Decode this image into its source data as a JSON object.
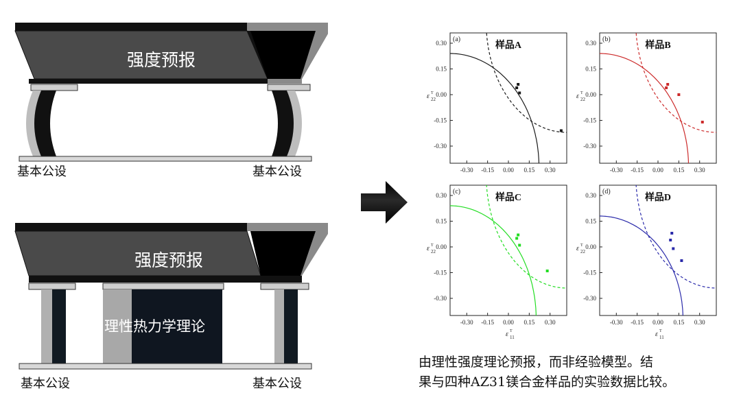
{
  "bridge_top": {
    "title": "强度预报",
    "left_label": "基本公设",
    "right_label": "基本公设"
  },
  "bridge_bottom": {
    "title": "强度预报",
    "pillar_label": "理性热力学理论",
    "left_label": "基本公设",
    "right_label": "基本公设"
  },
  "caption": {
    "line1": "由理性强度理论预报，而非经验模型。结",
    "line2": "果与四种AZ31镁合金样品的实验数据比较。"
  },
  "chart_data": [
    {
      "type": "scatter",
      "panel_tag": "(a)",
      "title": "样品A",
      "color": "#1a1a1a",
      "xlabel": "ε11T",
      "ylabel": "ε22T",
      "xlim": [
        -0.42,
        0.42
      ],
      "ylim": [
        -0.4,
        0.36
      ],
      "xticks": [
        "-0.30",
        "-0.15",
        "0.00",
        "0.15",
        "0.30"
      ],
      "yticks": [
        "0.30",
        "0.15",
        "0.00",
        "-0.15",
        "-0.30"
      ],
      "points": [
        [
          0.07,
          0.06
        ],
        [
          0.06,
          0.04
        ],
        [
          0.08,
          0.01
        ],
        [
          0.38,
          -0.21
        ]
      ]
    },
    {
      "type": "scatter",
      "panel_tag": "(b)",
      "title": "样品B",
      "color": "#cc2a2a",
      "xlabel": "ε11T",
      "ylabel": "ε22T",
      "xlim": [
        -0.42,
        0.42
      ],
      "ylim": [
        -0.4,
        0.36
      ],
      "xticks": [
        "-0.30",
        "-0.15",
        "0.00",
        "0.15",
        "0.30"
      ],
      "yticks": [
        "0.30",
        "0.15",
        "0.00",
        "-0.15",
        "-0.30"
      ],
      "points": [
        [
          0.07,
          0.06
        ],
        [
          0.06,
          0.04
        ],
        [
          0.15,
          0.0
        ],
        [
          0.32,
          -0.16
        ]
      ]
    },
    {
      "type": "scatter",
      "panel_tag": "(c)",
      "title": "样品C",
      "color": "#22dd22",
      "xlabel": "ε11T",
      "ylabel": "ε22T",
      "xlim": [
        -0.42,
        0.42
      ],
      "ylim": [
        -0.4,
        0.36
      ],
      "xticks": [
        "-0.30",
        "-0.15",
        "0.00",
        "0.15",
        "0.30"
      ],
      "yticks": [
        "0.30",
        "0.15",
        "0.00",
        "-0.15",
        "-0.30"
      ],
      "points": [
        [
          0.07,
          0.07
        ],
        [
          0.06,
          0.05
        ],
        [
          0.08,
          0.01
        ],
        [
          0.28,
          -0.14
        ]
      ]
    },
    {
      "type": "scatter",
      "panel_tag": "(d)",
      "title": "样品D",
      "color": "#2a2aaa",
      "xlabel": "ε11T",
      "ylabel": "ε22T",
      "xlim": [
        -0.42,
        0.42
      ],
      "ylim": [
        -0.4,
        0.36
      ],
      "xticks": [
        "-0.30",
        "-0.15",
        "0.00",
        "0.15",
        "0.30"
      ],
      "yticks": [
        "0.30",
        "0.15",
        "0.00",
        "-0.15",
        "-0.30"
      ],
      "points": [
        [
          0.1,
          0.08
        ],
        [
          0.09,
          0.04
        ],
        [
          0.11,
          -0.01
        ],
        [
          0.17,
          -0.08
        ]
      ]
    }
  ]
}
